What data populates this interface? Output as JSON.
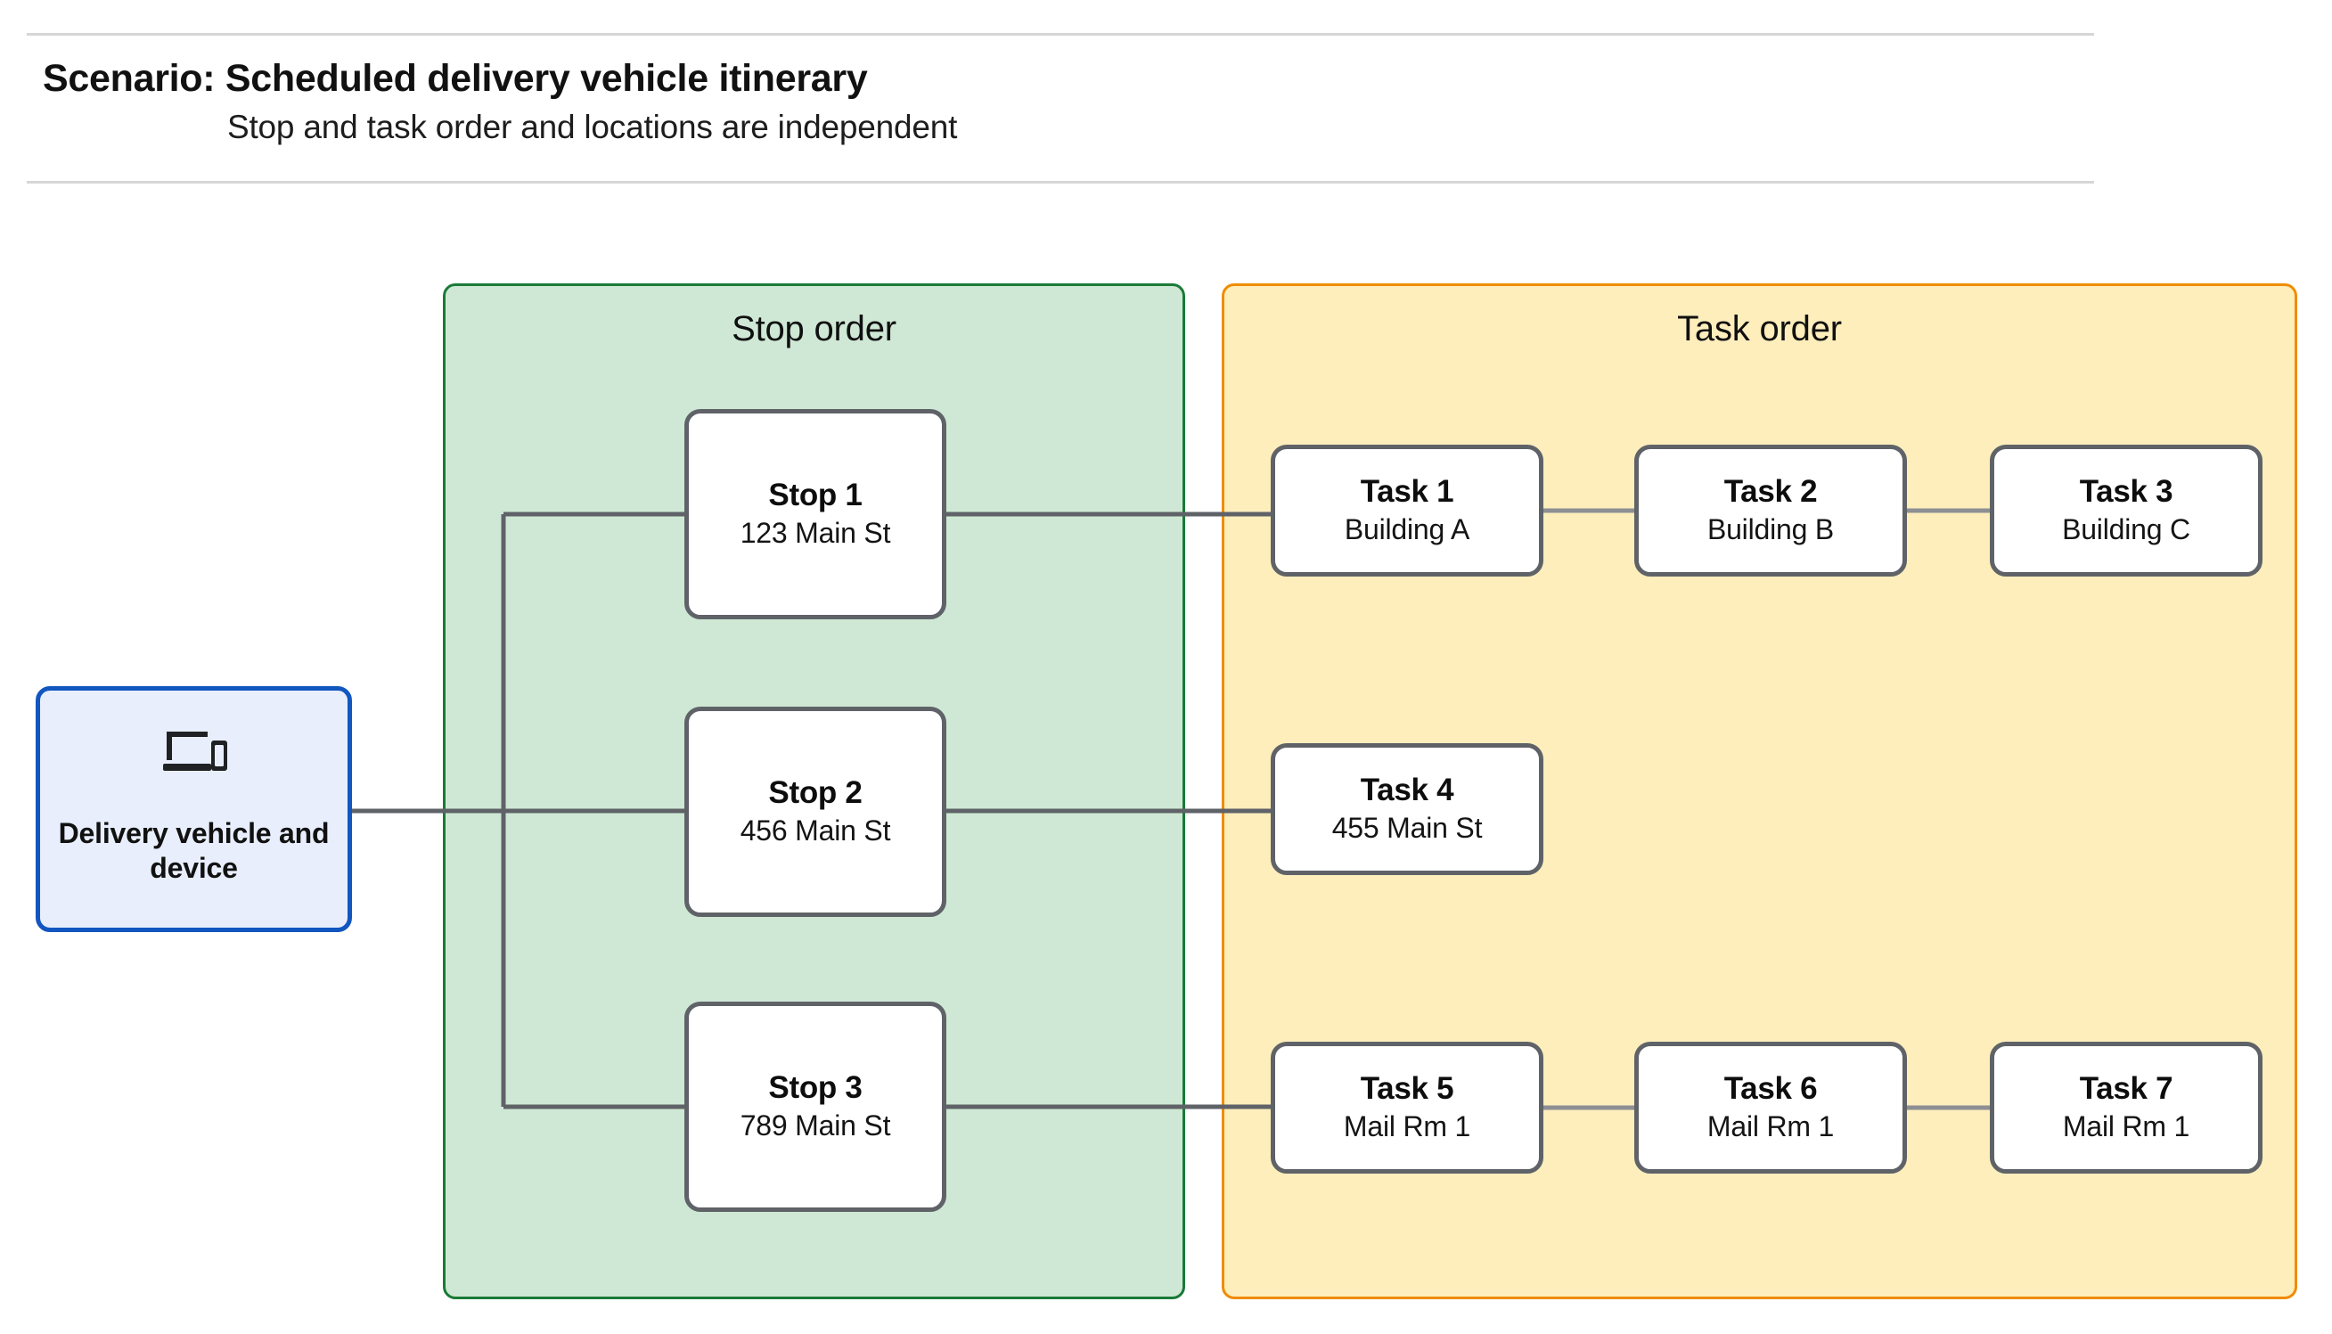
{
  "header": {
    "title": "Scenario: Scheduled delivery vehicle itinerary",
    "subtitle": "Stop and task order and locations are independent"
  },
  "device": {
    "icon": "devices-laptop-phone-icon",
    "label": "Delivery vehicle and device",
    "border_color": "#1256bf",
    "fill_color": "#e8eefc"
  },
  "panels": {
    "stop": {
      "title": "Stop order",
      "fill_color": "#cfe8d5",
      "border_color": "#1a7a37"
    },
    "task": {
      "title": "Task order",
      "fill_color": "#fdeebc",
      "border_color": "#f08c00"
    }
  },
  "stops": [
    {
      "title": "Stop 1",
      "location": "123 Main St"
    },
    {
      "title": "Stop 2",
      "location": "456 Main St"
    },
    {
      "title": "Stop 3",
      "location": "789 Main St"
    }
  ],
  "tasks": [
    {
      "title": "Task 1",
      "location": "Building A"
    },
    {
      "title": "Task 2",
      "location": "Building B"
    },
    {
      "title": "Task 3",
      "location": "Building C"
    },
    {
      "title": "Task 4",
      "location": "455 Main St"
    },
    {
      "title": "Task 5",
      "location": "Mail Rm 1"
    },
    {
      "title": "Task 6",
      "location": "Mail Rm 1"
    },
    {
      "title": "Task 7",
      "location": "Mail Rm 1"
    }
  ],
  "connector_color": "#5f6368",
  "rule_color": "#d6d6d6"
}
